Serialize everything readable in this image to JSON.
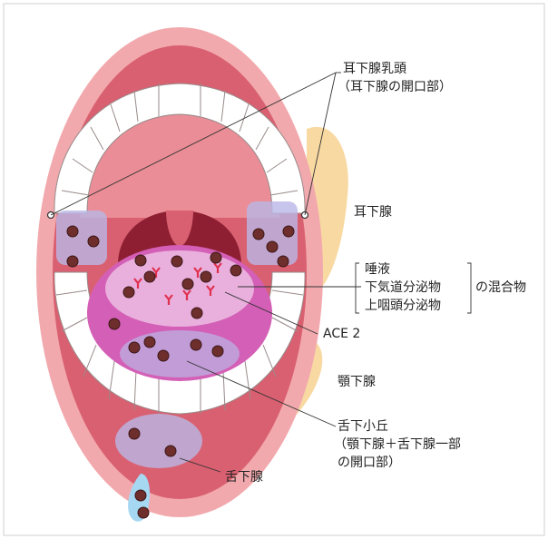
{
  "labels": {
    "parotid_papilla_1": "耳下腺乳頭",
    "parotid_papilla_2": "（耳下腺の開口部）",
    "parotid_gland": "耳下腺",
    "mix_1": "唾液",
    "mix_2": "下気道分泌物",
    "mix_3": "上咽頭分泌物",
    "mixture": "の混合物",
    "ace2": "ACE 2",
    "submandibular_gland": "顎下腺",
    "caruncle_1": "舌下小丘",
    "caruncle_2": "（顎下腺＋舌下腺一部",
    "caruncle_3": "の開口部）",
    "sublingual_gland": "舌下腺"
  },
  "colors": {
    "lip": "#f2a9ad",
    "mouth_cavity": "#d96070",
    "palate": "#ea8d96",
    "throat": "#8e1f33",
    "tongue": "#d45fb6",
    "tongue_light": "#e9b0dd",
    "gland": "#f8d9a2",
    "salivary_zone": "#b9b6e6",
    "virus": "#6e2e2c",
    "ace2_receptor": "#e0304e",
    "droplet": "#a6d8f2"
  },
  "icons": [
    "virus-particle-icon",
    "ace2-receptor-icon",
    "papilla-marker-icon"
  ]
}
